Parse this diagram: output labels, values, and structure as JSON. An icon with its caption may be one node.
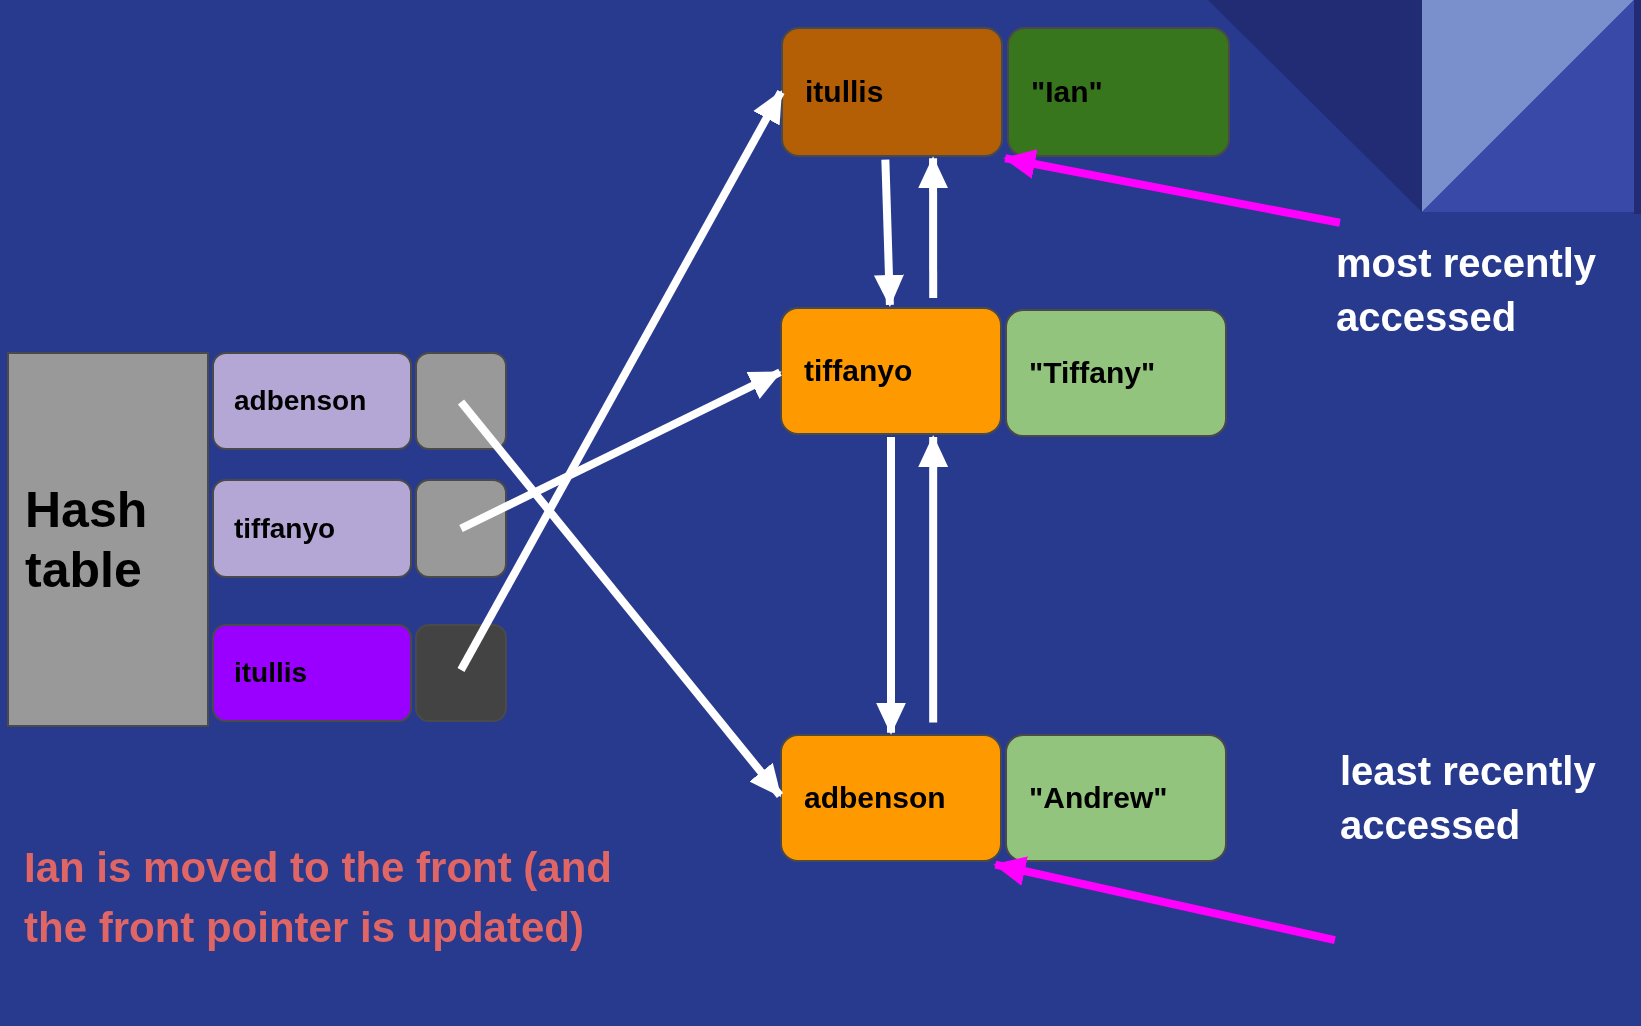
{
  "diagram": {
    "nodes": [
      {
        "text": [
          "Hash table"
        ]
      },
      {
        "text": [
          "adbenson"
        ]
      },
      {
        "text": [],
        "shape": "box"
      },
      {
        "text": [
          "tiffanyo"
        ]
      },
      {
        "text": [],
        "shape": "box"
      },
      {
        "text": [
          "itullis"
        ]
      },
      {
        "text": [],
        "shape": "box"
      },
      {
        "text": [
          "itullis"
        ]
      },
      {
        "text": [
          "\"Ian\""
        ]
      },
      {
        "text": [
          "tiffanyo"
        ]
      },
      {
        "text": [
          "\"Tiffany\""
        ]
      },
      {
        "text": [
          "adbenson"
        ]
      },
      {
        "text": [
          "\"Andrew\""
        ]
      },
      {
        "text": [
          "most recently accessed"
        ]
      },
      {
        "text": [
          "least recently accessed"
        ]
      }
    ],
    "edges": [
      {
        "from": 2,
        "to": 11,
        "arrow": "to"
      },
      {
        "from": 4,
        "to": 9,
        "arrow": "to"
      },
      {
        "from": 6,
        "to": 7,
        "arrow": "to"
      },
      {
        "from": 7,
        "to": 9,
        "arrow": "to"
      },
      {
        "from": 9,
        "to": 7,
        "arrow": "to"
      },
      {
        "from": 9,
        "to": 11,
        "arrow": "to"
      },
      {
        "from": 11,
        "to": 9,
        "arrow": "to"
      },
      {
        "from": 13,
        "to": 7,
        "arrow": "to",
        "color": "#ff00ff"
      },
      {
        "from": 14,
        "to": 11,
        "arrow": "to",
        "color": "#ff00ff"
      }
    ],
    "labels": [
      "Ian is moved to the front (and the front pointer is updated)"
    ]
  }
}
